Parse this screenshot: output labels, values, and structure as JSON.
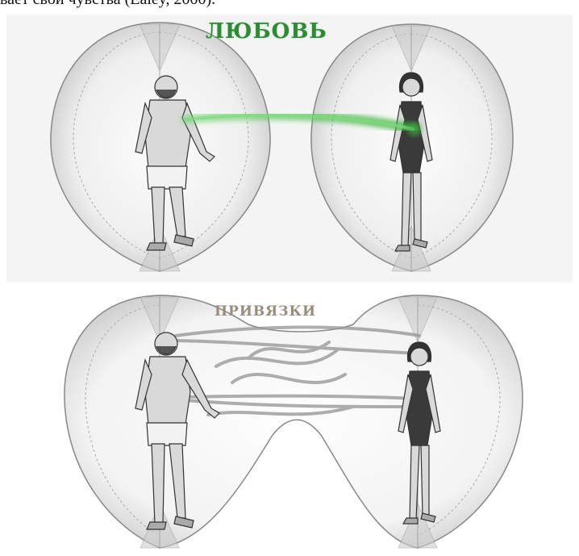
{
  "caption": {
    "text": "вает свои чувства (Ealey, 2000)."
  },
  "top_panel": {
    "label": "ЛЮБОВЬ",
    "label_color": "#2f8a36",
    "beam_color": "#5cc85c"
  },
  "bottom_panel": {
    "label": "ПРИВЯЗКИ",
    "label_color": "#9a8c7c",
    "cord_color": "#9a9a9a"
  }
}
